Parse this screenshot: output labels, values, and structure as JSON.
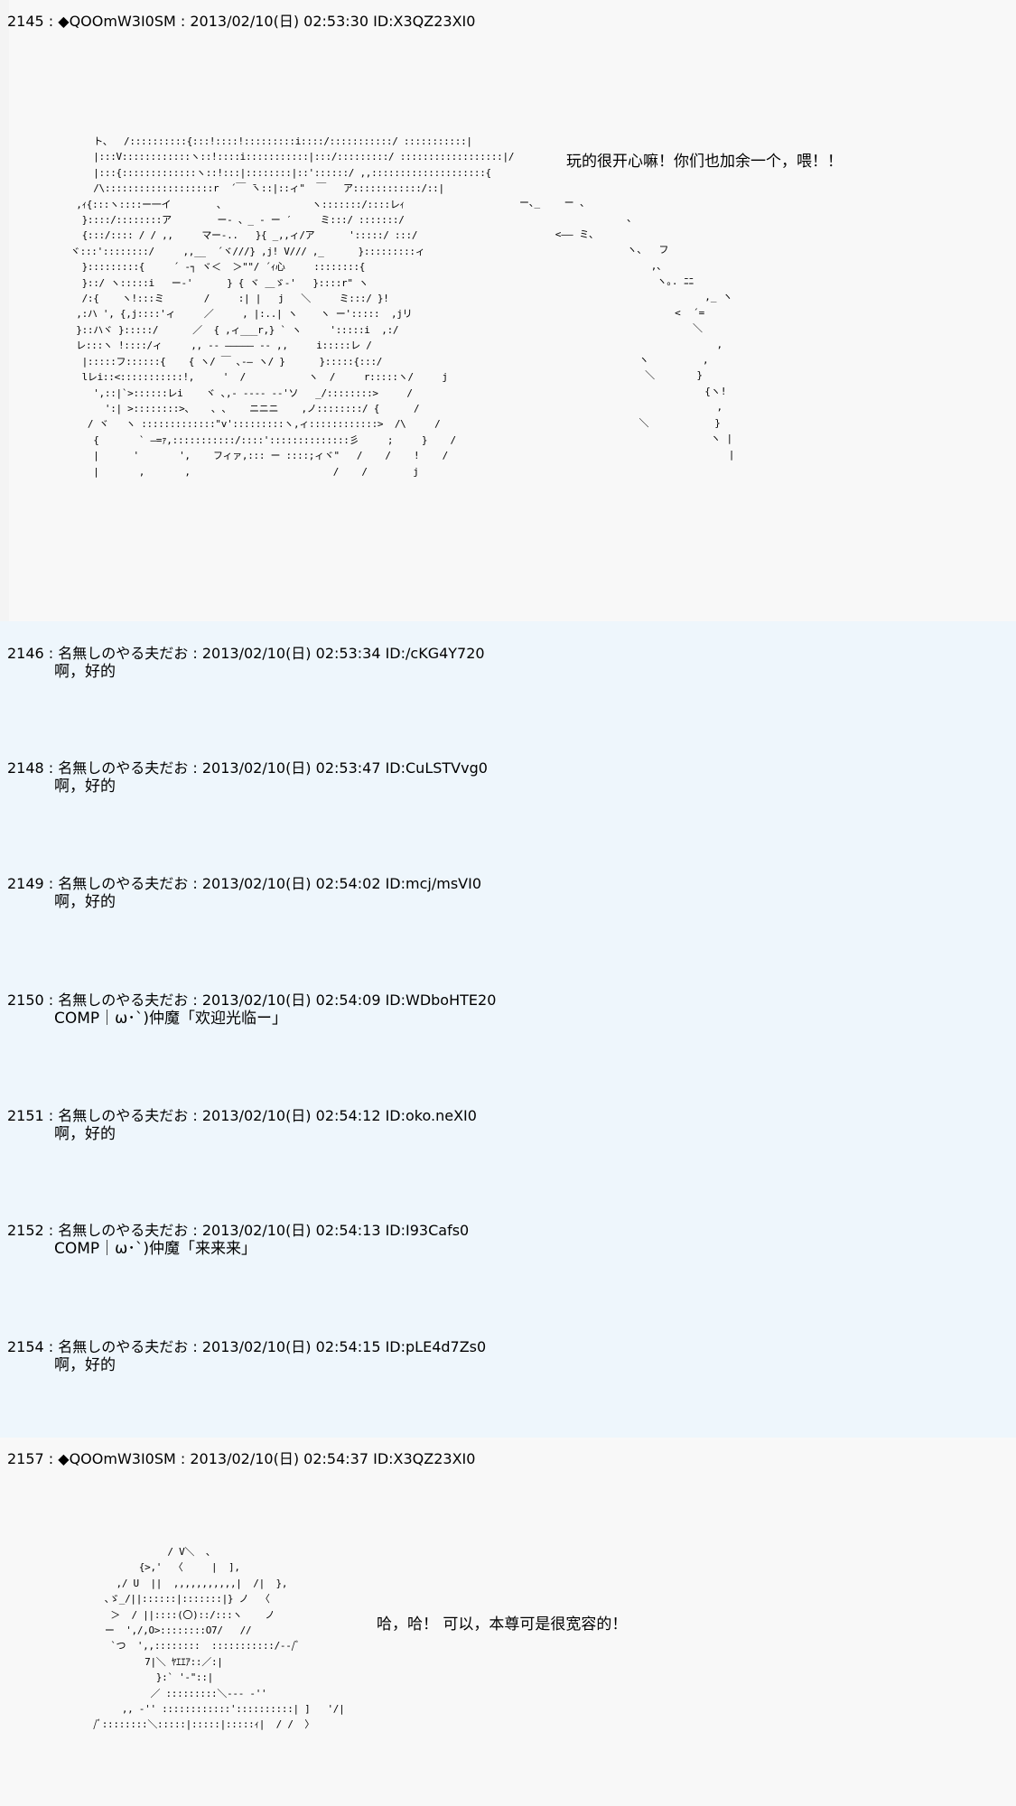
{
  "posts": [
    {
      "header": "2145 : ◆QOOmW3I0SM : 2013/02/10(日) 02:53:30 ID:X3QZ23XI0",
      "aa_left": "          ト、  /::::::::::{:::!::::!:::::::::i::::/:::::::::::/ :::::::::::|\n          |:::V::::::::::::ヽ::!::::i:::::::::::|:::/:::::::::/ ::::::::::::::::::|/\n          |:::{:::::::::::::ヽ::!:::|::::::::|::'::::::/ ,,::::::::::::::::::::{\n          /\\:::::::::::::::::::r  ´￣ ̄ヽ::|::ィ\"  ￣   ア::::::::::::/::|\n       ,ｨ{:::ヽ::::ー一イ        、               ヽ:::::::/::::レｨ\n        }::::/::::::::ア        ー‐ 、_ ‐ ー ′     ミ:::/ :::::::/\n        {:::/:::: / / ,,     マー-..   }{ _,,ィ/ア      ':::::/ :::/\n      ヾ:::'::::::::/     ,,__  ´ヾ///} ,j! V/// ,_      }:::::::::ィ\n        }:::::::::{     ´ ‐┐ ヾ＜  ＞\"\"/ ´ｨ心     ::::::::{\n        }::/ ヽ:::::i   ー‐'      } { ヾ ＿ゞ-'   }::::r\" ヽ\n        /:{    ヽ!:::ミ       /     :| |   j   ＼     ミ:::/ }!\n       ,:ハ ', {,j::::'ィ     ／     , |:..| ヽ    ヽ ー':::::  ,jリ\n       }::ハヾ }:::::/      ／  { ,ィ___r,} ` ヽ     ':::::i  ,:/\n       レ:::ヽ !::::/ィ     ,, -- ――――― -- ,,     i:::::レ /\n        |:::::フ::::::{    { ヽ/ ￣ ､-― ヽ/ }      }:::::{:::/\n        lレi::<:::::::::::!,     '  /           ヽ  /     r:::::ヽ/     j\n          ',::|`>::::::レi    ヾ ､,- ---- -‐'ソ   _/::::::::>     /\n            ':| >::::::::>、   ､ ､    ニニニ    ,ノ::::::::/ {      /\n         / ヾ   ヽ :::::::::::::\"v':::::::::ヽ,ィ::::::::::::>  /\\     /\n          {       ` ―=ｧ,:::::::::::/::::'::::::::::::::彡     ;     }    /\n          |      '       ',    フィァ,::: ー ::::;ィヾ\"   /    /    !    /\n          |       ,       ,                         /    /        j",
      "aa_right": "ー､_    ー ､\n                  ､\n      <―― ミ､\n                  ヽ、  フ\n                      ,､\n                       ヽ｡. ﾆﾆ\n                               ,_ ヽ\n                          <  ´=\n                             ＼\n                                 ,\n                    ヽ         ,\n                     ＼       }\n                               {ヽ!\n                                 ,\n                    ＼           }\n                                ヽ |\n                                   |",
      "speech": "玩的很开心嘛！你们也加余一个，喂！！"
    },
    {
      "header": "2146 : 名無しのやる夫だお : 2013/02/10(日) 02:53:34 ID:/cKG4Y720",
      "body": "啊，好的"
    },
    {
      "header": "2148 : 名無しのやる夫だお : 2013/02/10(日) 02:53:47 ID:CuLSTVvg0",
      "body": "啊，好的"
    },
    {
      "header": "2149 : 名無しのやる夫だお : 2013/02/10(日) 02:54:02 ID:mcj/msVI0",
      "body": "啊，好的"
    },
    {
      "header": "2150 : 名無しのやる夫だお : 2013/02/10(日) 02:54:09 ID:WDboHTE20",
      "body": "COMP｜ω･`)仲魔「欢迎光临ー」"
    },
    {
      "header": "2151 : 名無しのやる夫だお : 2013/02/10(日) 02:54:12 ID:oko.neXI0",
      "body": "啊，好的"
    },
    {
      "header": "2152 : 名無しのやる夫だお : 2013/02/10(日) 02:54:13 ID:I93Cafs0",
      "body": "COMP｜ω･`)仲魔「来来来」"
    },
    {
      "header": "2154 : 名無しのやる夫だお : 2013/02/10(日) 02:54:15 ID:pLE4d7Zs0",
      "body": "啊，好的"
    },
    {
      "header": "2157 : ◆QOOmW3I0SM : 2013/02/10(日) 02:54:37 ID:X3QZ23XI0",
      "aa_left": "                       / V＼  、\n                  {>,'  〈     |  ],\n              ,/ U  ||  ,,,,,,,,,,,|  /|  },\n            ､ゞ_/||::::::|:::::::|} ノ  〈\n             ＞  / ||::::(〇)::/:::ヽ    ノ\n            ー  ',/,O>::::::::O7/   //\n             `つ  ',,::::::::  :::::::::::/--/ﾞ\n                   7|＼ ﾔｴｴｱ::／:|\n                     }:` '-\"::|\n                    ／ :::::::::＼--- ‐''\n               ,, -'' ::::::::::::'::::::::::| ]   '/|\n          /ﾞ::::::::＼:::::|:::::|:::::ｨ|  / /  〉",
      "speech": "哈，哈！  可以，本尊可是很宽容的！"
    }
  ]
}
